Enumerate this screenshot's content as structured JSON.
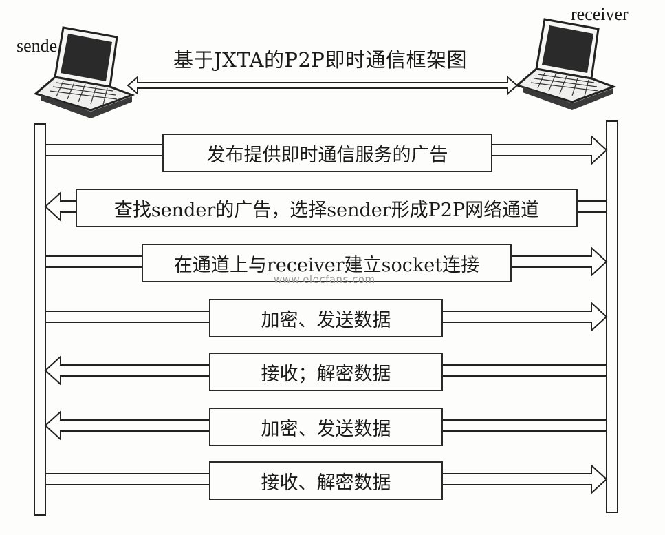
{
  "diagram": {
    "title": "基于JXTA的P2P即时通信框架图",
    "sender_label": "sende",
    "receiver_label": "receiver",
    "messages": [
      {
        "label": "发布提供即时通信服务的广告",
        "direction": "to-receiver"
      },
      {
        "label": "查找sender的广告，选择sender形成P2P网络通道",
        "direction": "to-sender"
      },
      {
        "label": "在通道上与receiver建立socket连接",
        "direction": "to-receiver"
      },
      {
        "label": "加密、发送数据",
        "direction": "to-receiver"
      },
      {
        "label": "接收；解密数据",
        "direction": "to-sender"
      },
      {
        "label": "加密、发送数据",
        "direction": "to-sender"
      },
      {
        "label": "接收、解密数据",
        "direction": "to-receiver"
      }
    ],
    "watermark": "www.elecfans.com"
  }
}
